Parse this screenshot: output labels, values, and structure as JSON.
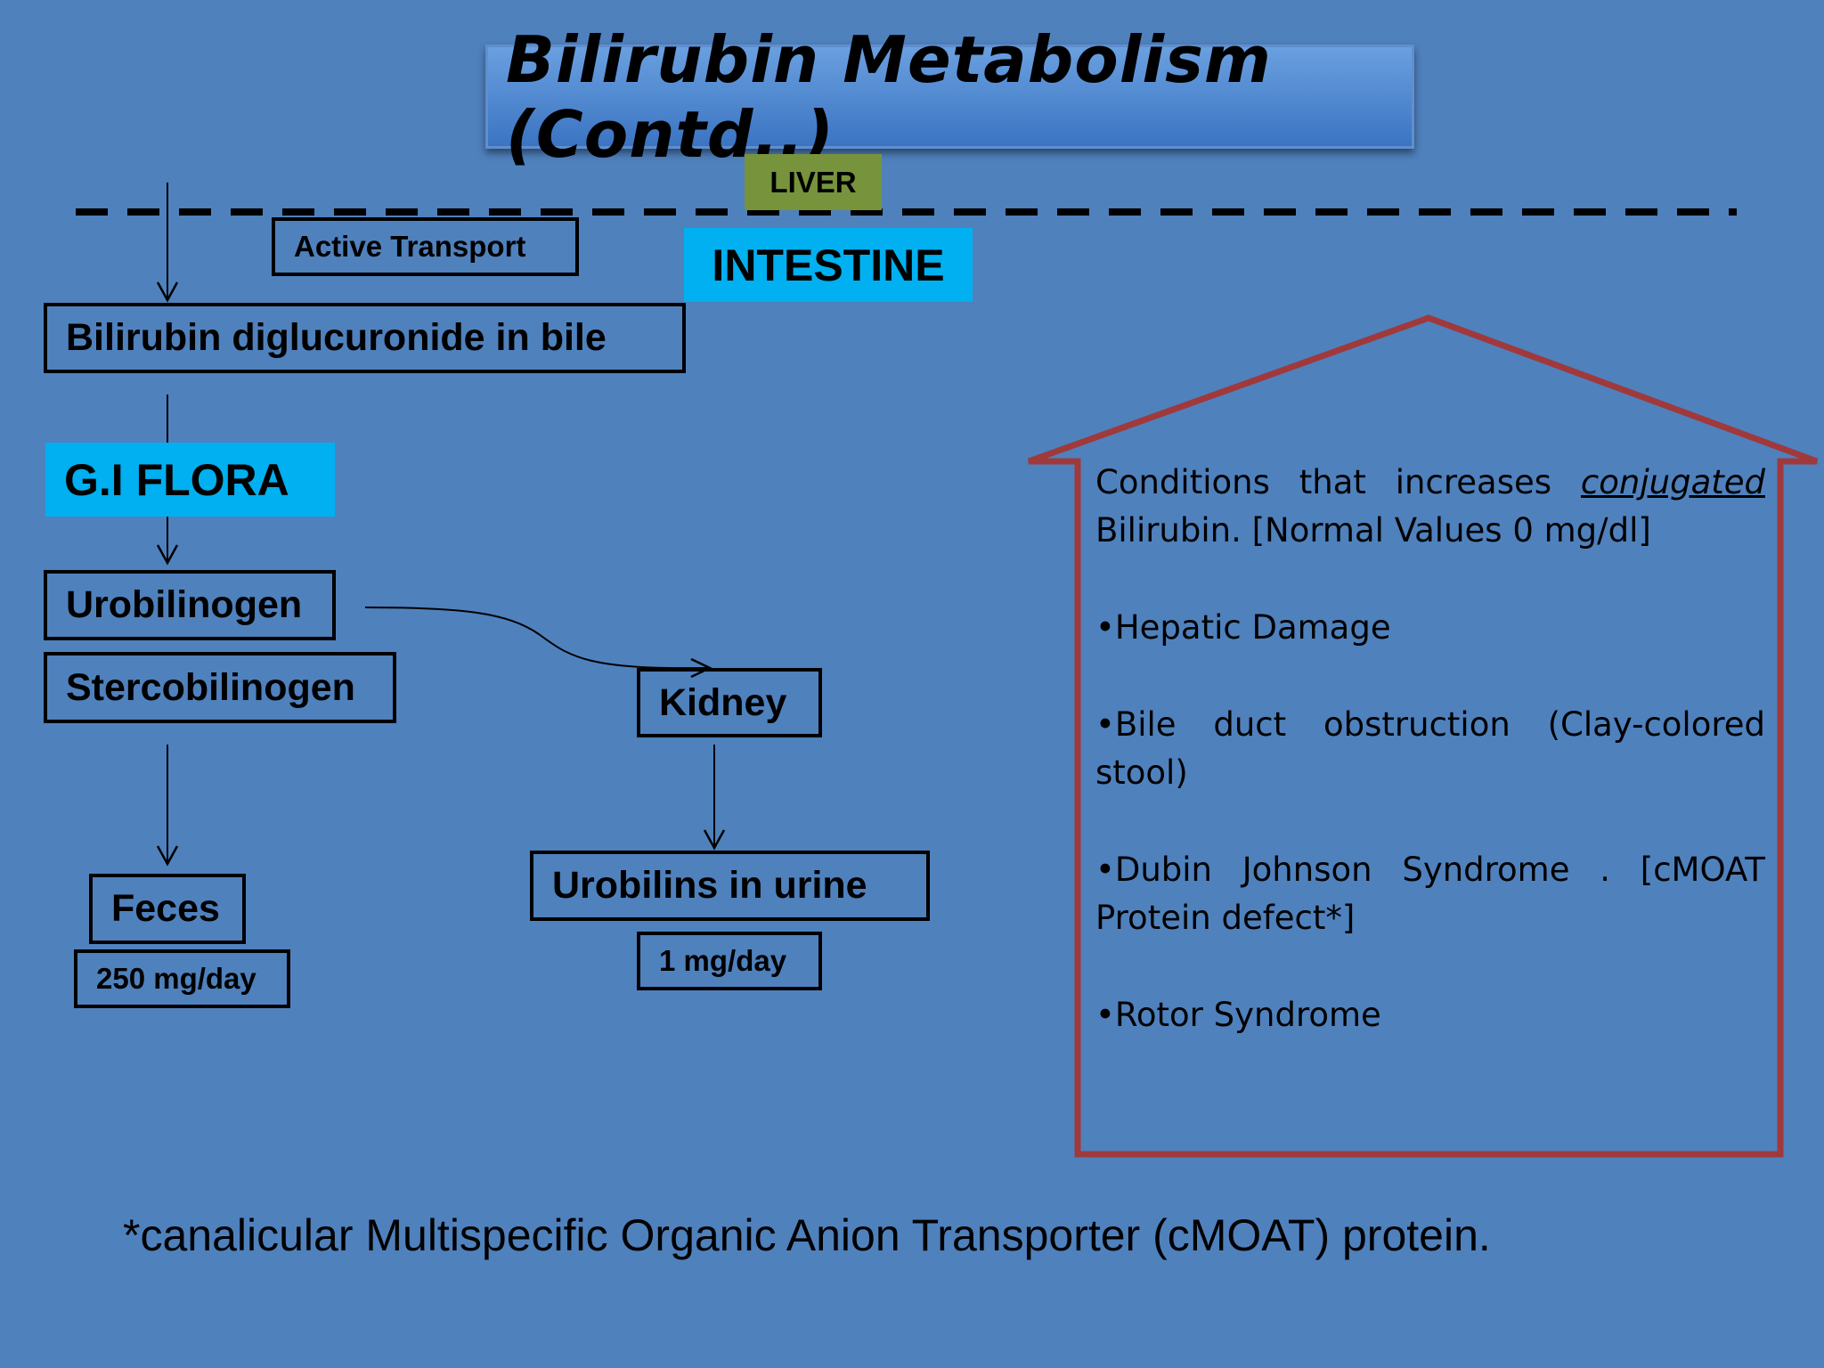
{
  "title": "Bilirubin Metabolism (Contd..)",
  "regions": {
    "liver": "LIVER",
    "intestine": "INTESTINE",
    "gi_flora": "G.I FLORA"
  },
  "flow": {
    "active_transport": "Active Transport",
    "bile": "Bilirubin diglucuronide in bile",
    "urobilinogen": "Urobilinogen",
    "stercobilinogen": "Stercobilinogen",
    "kidney": "Kidney",
    "feces": "Feces",
    "feces_amount": "250 mg/day",
    "urine": "Urobilins in urine",
    "urine_amount": "1 mg/day"
  },
  "conditions": {
    "intro_before": "Conditions that increases ",
    "intro_emphasis": "conjugated",
    "intro_after": " Bilirubin. [Normal Values 0 mg/dl]",
    "bullet": "•",
    "items": [
      "Hepatic Damage",
      "Bile duct obstruction (Clay-colored stool)",
      "Dubin Johnson Syndrome . [cMOAT Protein defect*]",
      "Rotor Syndrome"
    ]
  },
  "footnote": "*canalicular Multispecific Organic Anion Transporter (cMOAT) protein.",
  "colors": {
    "background": "#4f81bd",
    "liver_label": "#77933c",
    "highlight_label": "#00b0f0",
    "house_outline": "#a0393b"
  }
}
